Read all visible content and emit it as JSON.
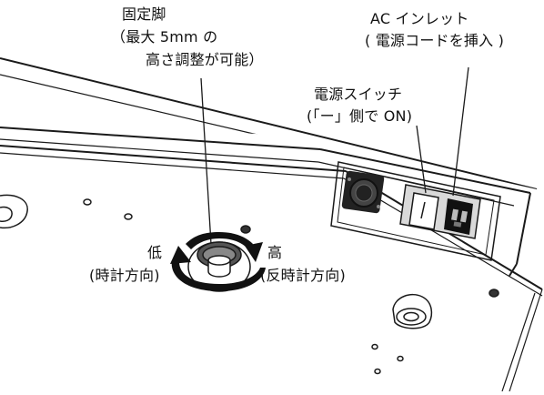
{
  "labels": {
    "fixed_foot": {
      "line1": "固定脚",
      "line2": "（最大 5mm の",
      "line3": "高さ調整が可能）"
    },
    "ac_inlet": {
      "line1": "AC インレット",
      "line2": "( 電源コードを挿入 )"
    },
    "power_switch": {
      "line1": "電源スイッチ",
      "line2": "(「ー」側で ON)"
    },
    "low": {
      "line1": "低",
      "line2": "(時計方向)"
    },
    "high": {
      "line1": "高",
      "line2": "(反時計方向)"
    }
  },
  "colors": {
    "line": "#1a1a1a",
    "panel_fill": "#ffffff",
    "dark": "#111111"
  }
}
